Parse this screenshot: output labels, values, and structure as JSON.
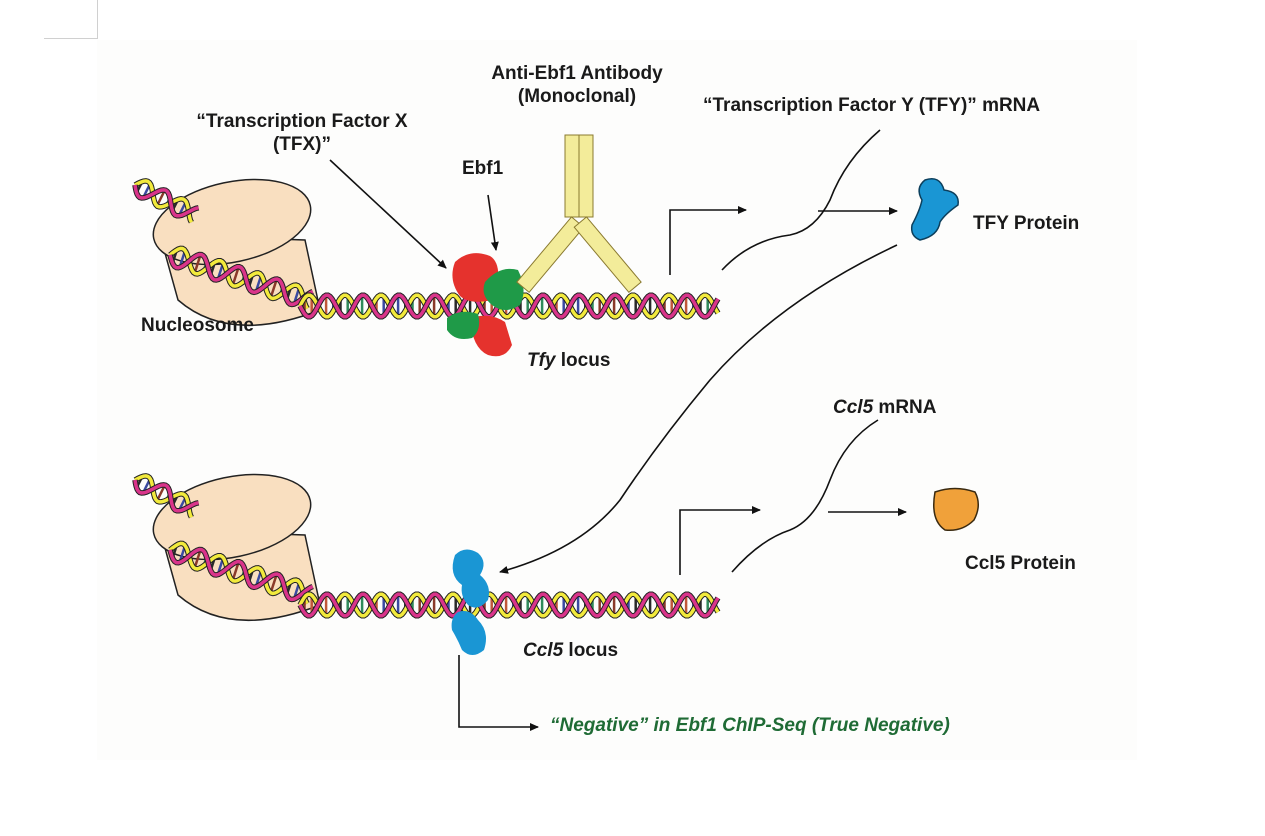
{
  "labels": {
    "antibody_line1": "Anti-Ebf1 Antibody",
    "antibody_line2": "(Monoclonal)",
    "tfx_line1": "“Transcription Factor X",
    "tfx_line2": "(TFX)”",
    "ebf1": "Ebf1",
    "tfy_mrna": "“Transcription Factor Y (TFY)” mRNA",
    "tfy_protein": "TFY Protein",
    "nucleosome": "Nucleosome",
    "tfy_locus_gene": "Tfy",
    "tfy_locus_word": " locus",
    "ccl5_mrna_gene": "Ccl5",
    "ccl5_mrna_word": " mRNA",
    "ccl5_protein": "Ccl5 Protein",
    "ccl5_locus_gene": "Ccl5",
    "ccl5_locus_word": " locus",
    "result": "“Negative” in Ebf1 ChIP-Seq (True Negative)"
  },
  "colors": {
    "tfx_protein": "#e5322d",
    "ebf1_protein": "#1f9a48",
    "tfy_protein": "#1a96d4",
    "ccl5_protein": "#f0a13a",
    "antibody": "#f3ec9a",
    "nucleosome": "#f9dfc0",
    "dna_strand_a": "#d9348a",
    "dna_strand_b": "#f2ea3c",
    "result_text": "#1f6b35"
  }
}
